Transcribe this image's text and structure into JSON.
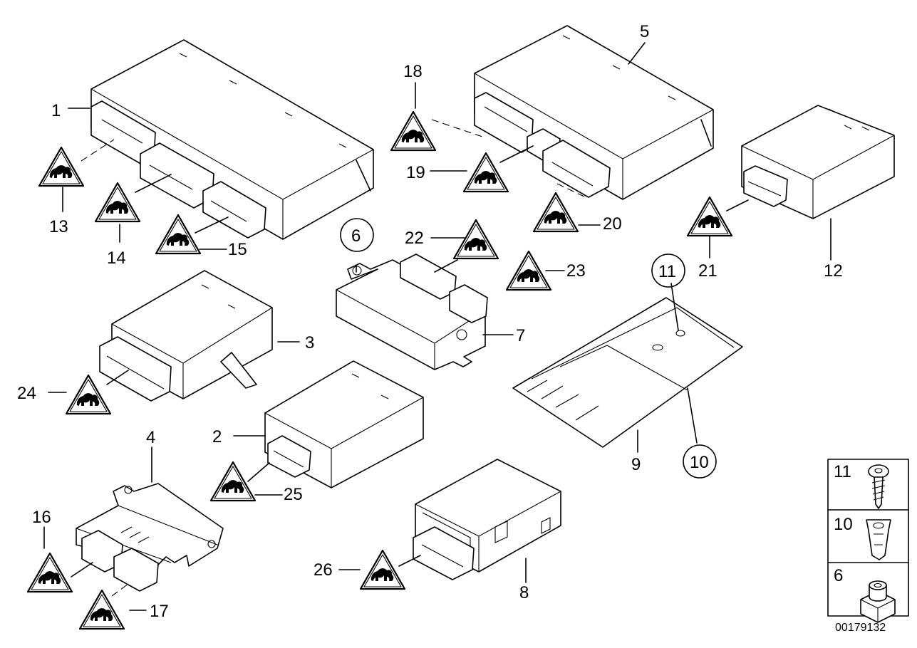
{
  "callouts": {
    "c1": "1",
    "c2": "2",
    "c3": "3",
    "c4": "4",
    "c5": "5",
    "c6": "6",
    "c7": "7",
    "c8": "8",
    "c9": "9",
    "c10": "10",
    "c11": "11",
    "c12": "12",
    "c13": "13",
    "c14": "14",
    "c15": "15",
    "c16": "16",
    "c17": "17",
    "c18": "18",
    "c19": "19",
    "c20": "20",
    "c21": "21",
    "c22": "22",
    "c23": "23",
    "c24": "24",
    "c25": "25",
    "c26": "26"
  },
  "legend": {
    "l11": "11",
    "l10": "10",
    "l6": "6"
  },
  "diagram_id": "00179132",
  "icons": {
    "warning": "warning-triangle-icon"
  }
}
